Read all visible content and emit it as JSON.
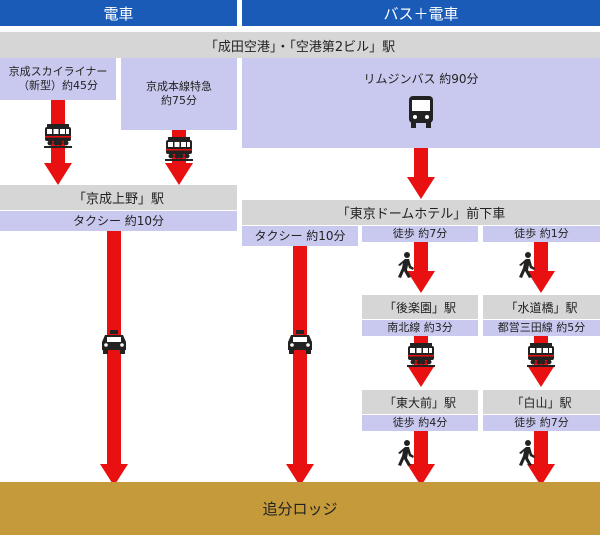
{
  "headers": {
    "train": "電車",
    "bus_train": "バス＋電車"
  },
  "origin": "「成田空港」・「空港第2ビル」駅",
  "routes": {
    "skyliner": {
      "line1": "京成スカイライナー",
      "line2": "（新型）約45分"
    },
    "main_line": {
      "line1": "京成本線特急",
      "line2": "約75分"
    },
    "limousine": "リムジンバス 約90分"
  },
  "keisei_ueno": "「京成上野」駅",
  "taxi_left": "タクシー 約10分",
  "tokyo_dome_hotel": "「東京ドームホテル」前下車",
  "taxi_right": "タクシー 約10分",
  "walk_7": "徒歩 約7分",
  "walk_1": "徒歩 約1分",
  "korakuen": "「後楽園」駅",
  "suidobashi": "「水道橋」駅",
  "nanboku": "南北線 約3分",
  "mita": "都営三田線 約5分",
  "todaimae": "「東大前」駅",
  "hakusan": "「白山」駅",
  "walk_4": "徒歩 約4分",
  "walk_7b": "徒歩 約7分",
  "destination": "追分ロッジ",
  "icons": [
    "train-icon",
    "bus-icon",
    "taxi-icon",
    "walker-icon"
  ]
}
